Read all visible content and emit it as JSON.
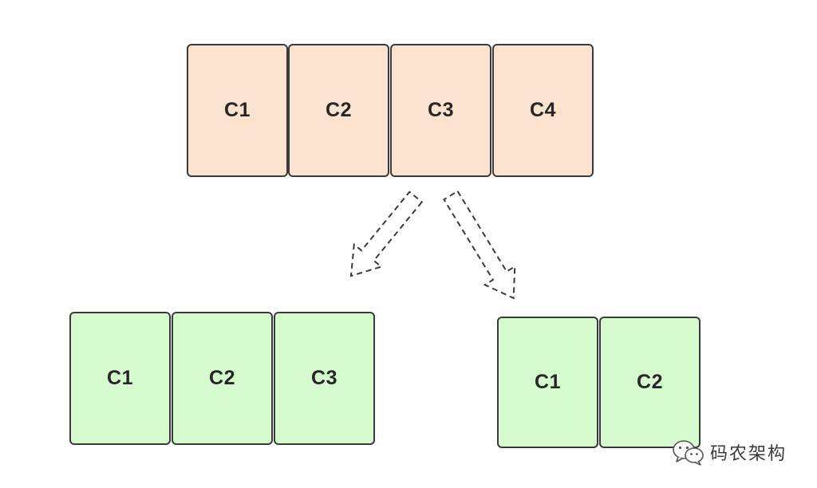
{
  "source_cells": [
    {
      "label": "C1"
    },
    {
      "label": "C2"
    },
    {
      "label": "C3"
    },
    {
      "label": "C4"
    }
  ],
  "left_cells": [
    {
      "label": "C1"
    },
    {
      "label": "C2"
    },
    {
      "label": "C3"
    }
  ],
  "right_cells": [
    {
      "label": "C1"
    },
    {
      "label": "C2"
    }
  ],
  "colors": {
    "source_fill": "#fce3d0",
    "target_fill": "#d6fbcf",
    "border": "#3a3a3a",
    "arrow_stroke": "#3a3a3a"
  },
  "watermark": {
    "text": "码农架构",
    "icon": "wechat-icon"
  }
}
